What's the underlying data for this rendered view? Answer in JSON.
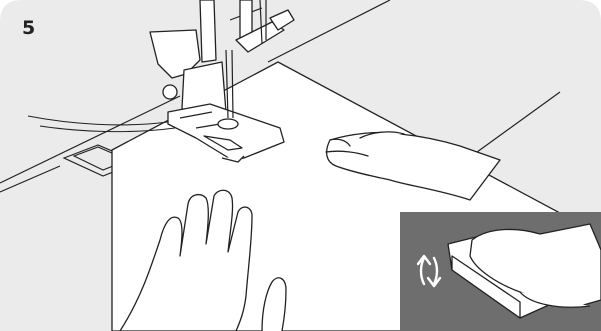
{
  "step": {
    "number": "5"
  },
  "colors": {
    "background": "#ebebeb",
    "line": "#222222",
    "paper": "#ffffff",
    "pedal_panel": "#6e6e6e",
    "arrows": "#ffffff"
  },
  "icons": [
    "presser-foot",
    "needle",
    "hand-left",
    "hand-right",
    "foot-pedal",
    "press-arrows-icon"
  ]
}
